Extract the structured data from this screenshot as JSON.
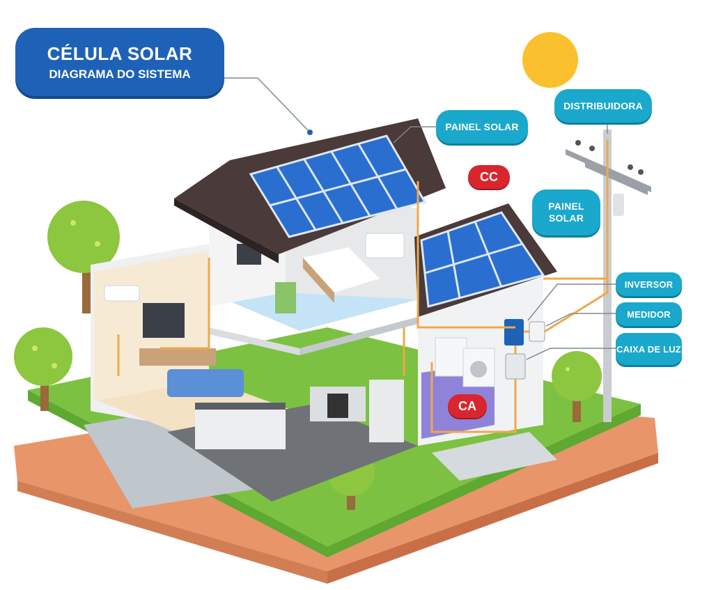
{
  "title": {
    "main": "CÉLULA SOLAR",
    "sub": "DIAGRAMA DO SISTEMA"
  },
  "labels": {
    "distribuidora": "DISTRIBUIDORA",
    "painel_solar_main": "PAINEL SOLAR",
    "painel_solar_annex": "PAINEL SOLAR",
    "inversor": "INVERSOR",
    "medidor": "MEDIDOR",
    "caixa_de_luz": "CAIXA DE LUZ"
  },
  "badges": {
    "dc": "CC",
    "ac": "CA"
  },
  "colors": {
    "title_bg": "#1e62b8",
    "label_bg": "#1aa8cc",
    "badge_red": "#d9262e",
    "wire": "#f0a84a",
    "sun": "#fbc02d",
    "grass": "#7cc142",
    "soil": "#e8956a",
    "roof": "#4a3a3a",
    "panel": "#2a6fd0"
  }
}
